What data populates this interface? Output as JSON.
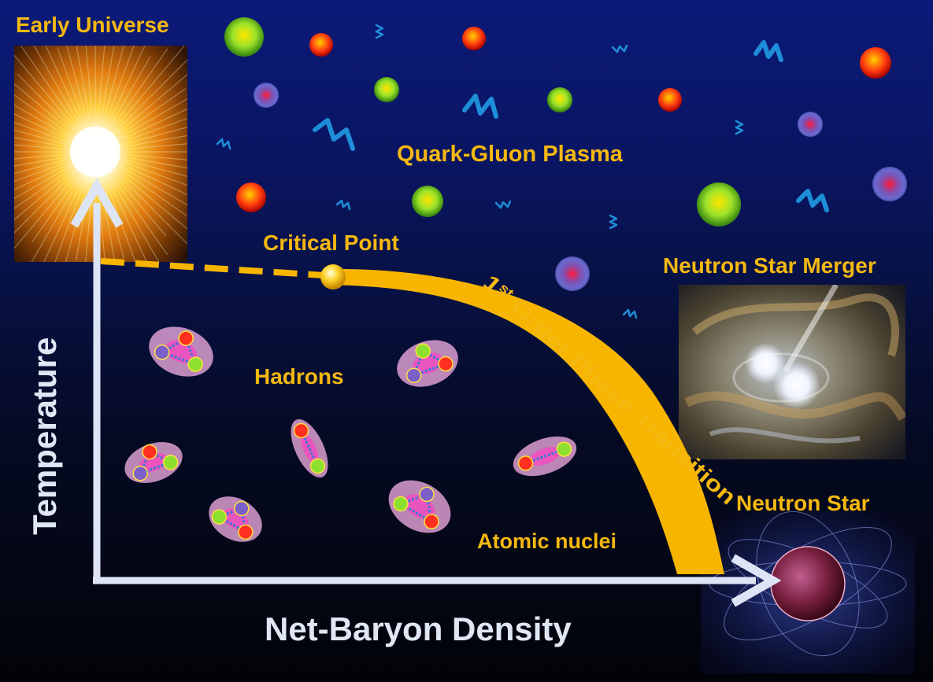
{
  "labels": {
    "early_universe": "Early Universe",
    "quark_gluon_plasma": "Quark-Gluon Plasma",
    "critical_point": "Critical Point",
    "first_order_prefix": "1",
    "first_order_sup": "st",
    "first_order_rest": " Order Phase Transition",
    "neutron_star_merger": "Neutron Star Merger",
    "hadrons": "Hadrons",
    "neutron_star": "Neutron Star",
    "atomic_nuclei": "Atomic nuclei"
  },
  "axes": {
    "y_label": "Temperature",
    "x_label": "Net-Baryon Density"
  },
  "colors": {
    "label": "#f5b810",
    "axis": "#dde4f5",
    "phase_line": "#f7b500",
    "background_top": "#0b1a78",
    "background_bottom": "#020308"
  },
  "icons": {
    "gluon": "zigzag-spring-icon",
    "quark": "glowing-sphere-icon",
    "hadron": "bound-quarks-icon"
  }
}
